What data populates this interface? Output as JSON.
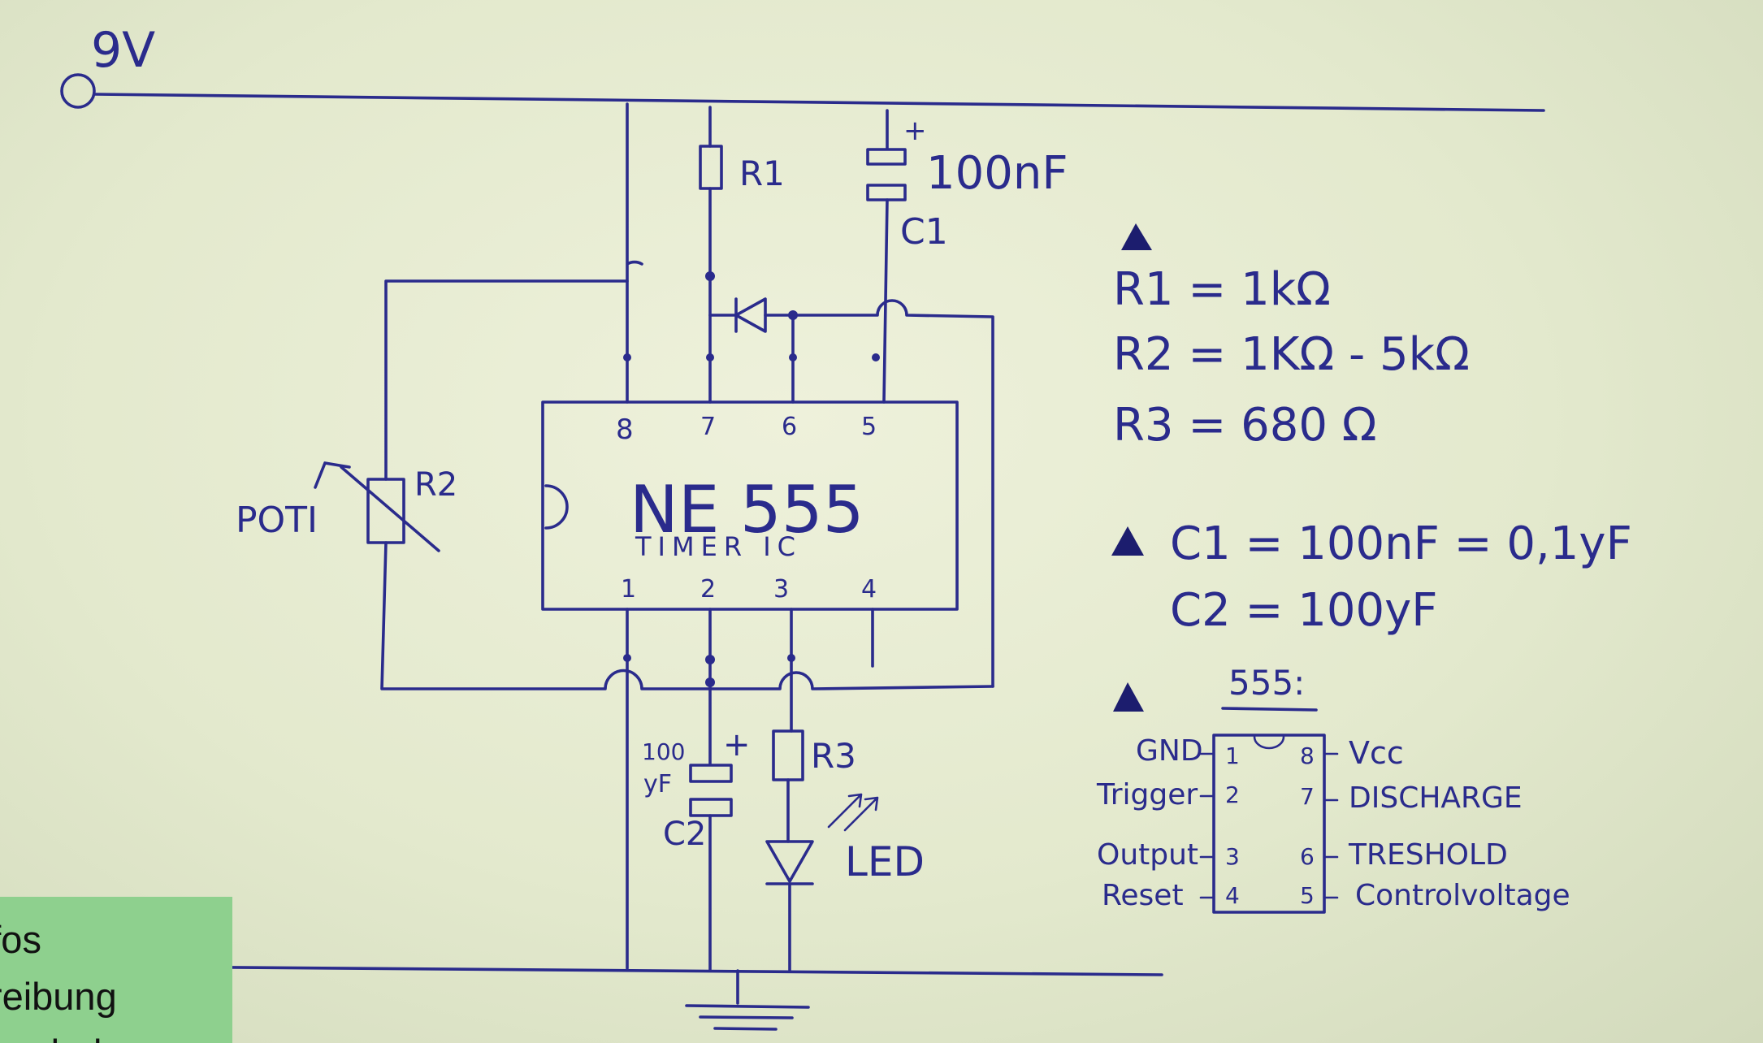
{
  "supply_label": "9V",
  "components": {
    "r1": "R1",
    "r2": "R2",
    "r3": "R3",
    "poti": "POTI",
    "c1_value": "100nF",
    "c1_name": "C1",
    "c2_value_top": "100",
    "c2_value_bottom": "yF",
    "c2_name": "C2",
    "led": "LED",
    "plus": "+"
  },
  "ic": {
    "name": "NE 555",
    "subtitle": "TIMER IC",
    "top_pins": [
      "8",
      "7",
      "6",
      "5"
    ],
    "bottom_pins": [
      "1",
      "2",
      "3",
      "4"
    ]
  },
  "notes": {
    "values": [
      "R1 = 1kΩ",
      "R2 = 1KΩ - 5kΩ",
      "R3 = 680 Ω"
    ],
    "caps": [
      "C1 = 100nF = 0,1yF",
      "C2 = 100yF"
    ],
    "pinout_title": "555:",
    "pinout_left": [
      {
        "label": "GND",
        "pin": "1"
      },
      {
        "label": "Trigger",
        "pin": "2"
      },
      {
        "label": "Output",
        "pin": "3"
      },
      {
        "label": "Reset",
        "pin": "4"
      }
    ],
    "pinout_right": [
      {
        "label": "Vcc",
        "pin": "8"
      },
      {
        "label": "DISCHARGE",
        "pin": "7"
      },
      {
        "label": "TRESHOLD",
        "pin": "6"
      },
      {
        "label": "Controlvoltage",
        "pin": "5"
      }
    ]
  },
  "overlay": {
    "lines": [
      "Infos",
      "Beschreibung",
      "Information below"
    ]
  }
}
